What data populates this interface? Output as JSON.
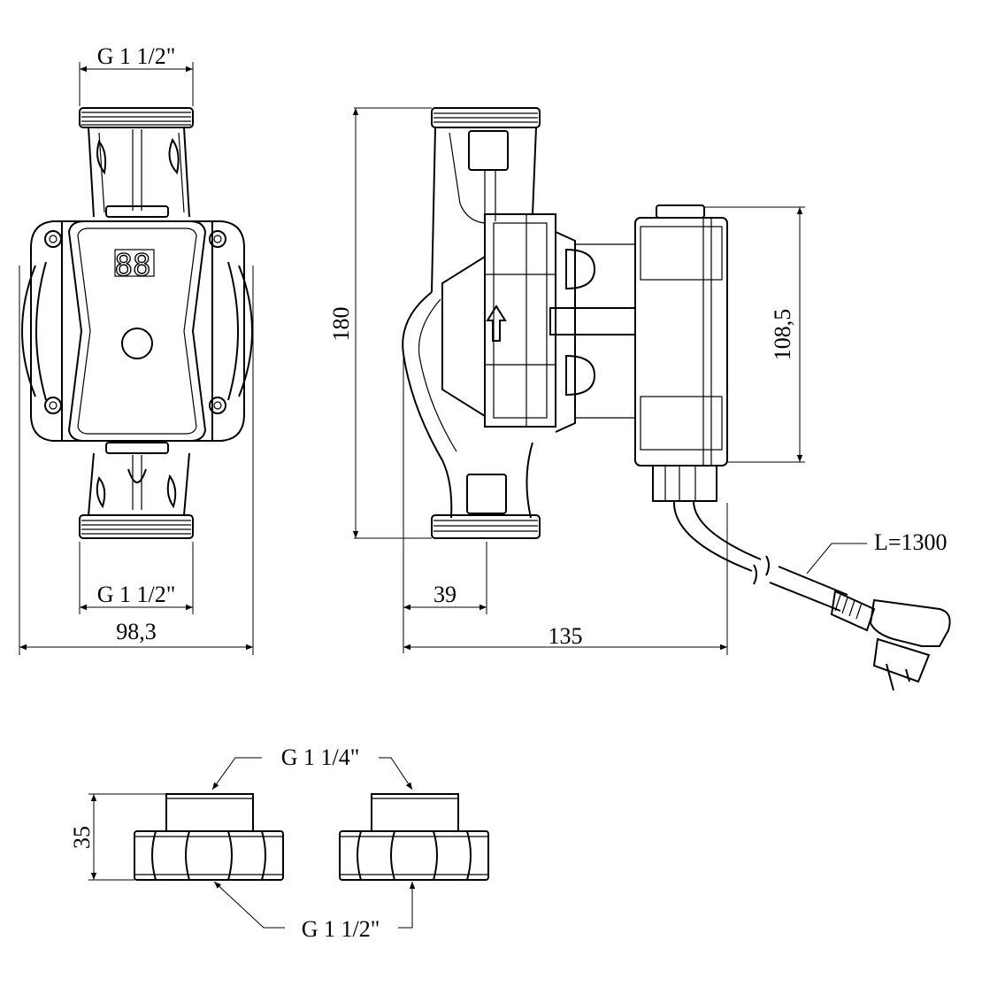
{
  "dimensions": {
    "inlet_thread_top": "G 1 1/2\"",
    "inlet_thread_bottom": "G 1 1/2\"",
    "front_width": "98,3",
    "height": "180",
    "motor_height": "108,5",
    "flange_offset": "39",
    "side_depth": "135",
    "cable_length": "L=1300",
    "union_height": "35",
    "union_thread_small": "G 1 1/4\"",
    "union_thread_large": "G 1 1/2\""
  },
  "display": {
    "segment_readout": "88"
  },
  "colors": {
    "line": "#000000",
    "background": "#ffffff"
  },
  "icons": [
    "flow-arrow-icon",
    "display-icon",
    "plug-icon"
  ]
}
